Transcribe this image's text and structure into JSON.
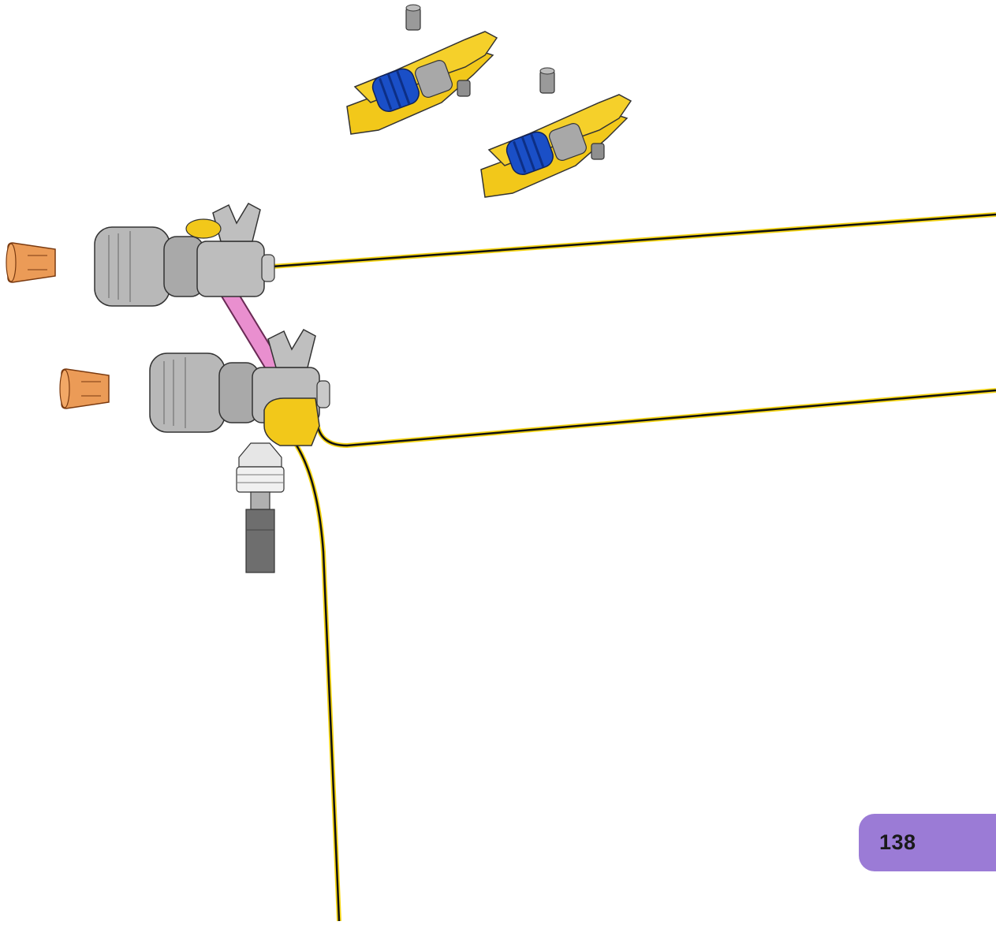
{
  "page": {
    "number": "138",
    "tab_color": "#9b7bd6"
  },
  "illustration": {
    "parts": [
      "spring-clamp",
      "spring-clamp",
      "valve-connector-upper",
      "valve-connector-lower",
      "orange-nozzle",
      "orange-nozzle",
      "pink-link-tube",
      "threaded-fitting",
      "yellow-black-wire",
      "yellow-black-wire",
      "yellow-black-wire"
    ],
    "colors": {
      "clamp_body": "#f2c81a",
      "clamp_spring": "#1a4fc7",
      "connector_body": "#b5b5b5",
      "nozzle": "#e8893a",
      "link_tube": "#e98fcf",
      "wire_core": "#111111",
      "wire_stripe": "#f5d516"
    }
  }
}
